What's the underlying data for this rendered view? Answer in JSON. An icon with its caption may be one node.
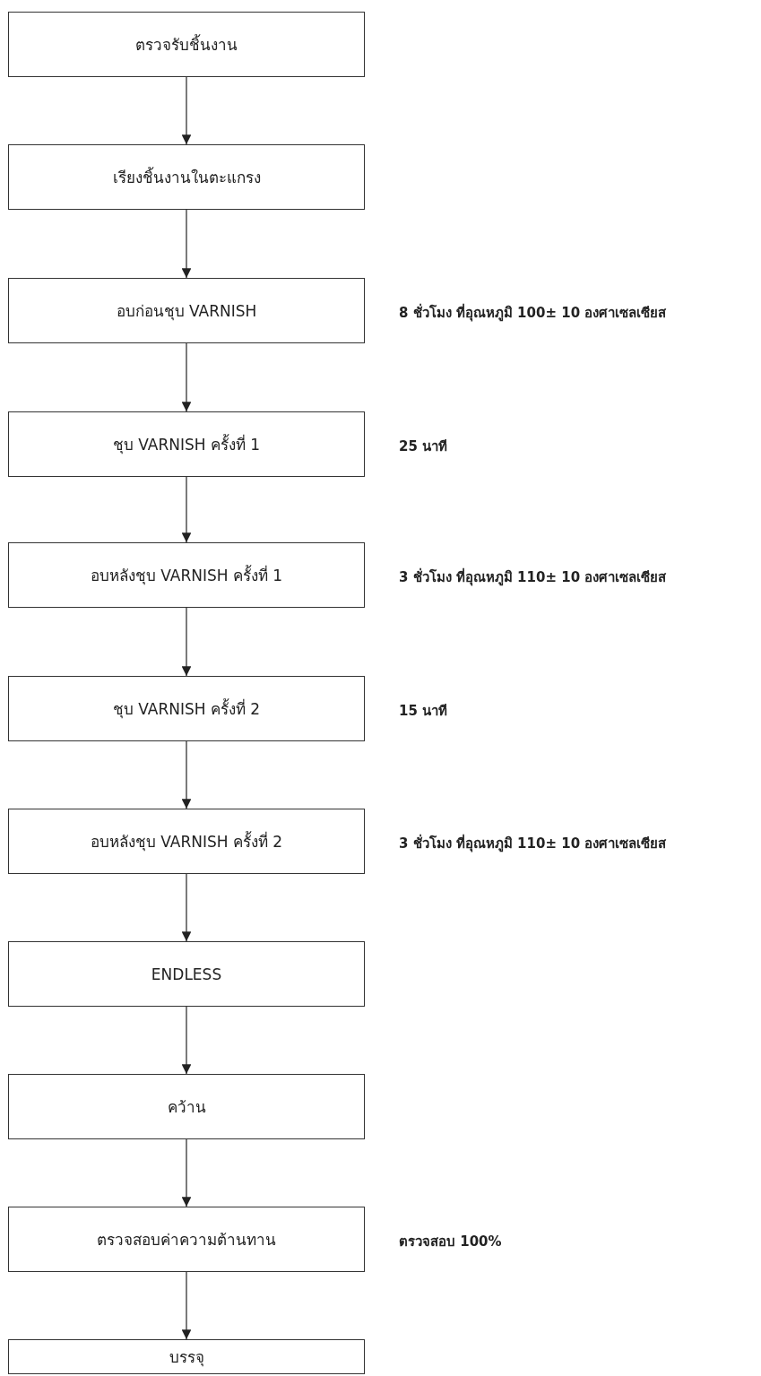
{
  "diagram": {
    "nodes": [
      {
        "text": [
          "ตรวจรับชิ้นงาน"
        ]
      },
      {
        "text": [
          "เรียงชิ้นงานในตะแกรง"
        ]
      },
      {
        "text": [
          "อบก่อนชุบ VARNISH"
        ],
        "beside": [
          "8 ชั่วโมง ที่อุณหภูมิ 100± 10 องศาเซลเซียส"
        ]
      },
      {
        "text": [
          "ชุบ VARNISH ครั้งที่ 1"
        ],
        "beside": [
          "25 นาที"
        ]
      },
      {
        "text": [
          "อบหลังชุบ VARNISH ครั้งที่ 1"
        ],
        "beside": [
          "3 ชั่วโมง ที่อุณหภูมิ 110± 10 องศาเซลเซียส"
        ]
      },
      {
        "text": [
          "ชุบ VARNISH ครั้งที่ 2"
        ],
        "beside": [
          "15 นาที"
        ]
      },
      {
        "text": [
          "อบหลังชุบ VARNISH ครั้งที่ 2"
        ],
        "beside": [
          "3 ชั่วโมง ที่อุณหภูมิ 110± 10 องศาเซลเซียส"
        ]
      },
      {
        "text": [
          "ENDLESS"
        ]
      },
      {
        "text": [
          "คว้าน"
        ]
      },
      {
        "text": [
          "ตรวจสอบค่าความต้านทาน"
        ],
        "beside": [
          "ตรวจสอบ 100%"
        ]
      },
      {
        "text": [
          "บรรจุ"
        ]
      }
    ],
    "edges": [
      {
        "from": 0,
        "to": 1,
        "arrow": "to"
      },
      {
        "from": 1,
        "to": 2,
        "arrow": "to"
      },
      {
        "from": 2,
        "to": 3,
        "arrow": "to"
      },
      {
        "from": 3,
        "to": 4,
        "arrow": "to"
      },
      {
        "from": 4,
        "to": 5,
        "arrow": "to"
      },
      {
        "from": 5,
        "to": 6,
        "arrow": "to"
      },
      {
        "from": 6,
        "to": 7,
        "arrow": "to"
      },
      {
        "from": 7,
        "to": 8,
        "arrow": "to"
      },
      {
        "from": 8,
        "to": 9,
        "arrow": "to"
      },
      {
        "from": 9,
        "to": 10,
        "arrow": "to"
      }
    ]
  }
}
